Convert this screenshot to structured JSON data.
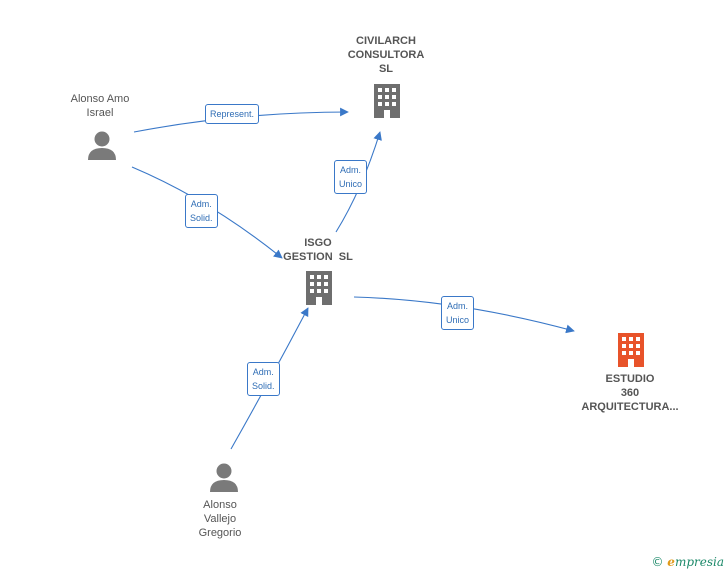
{
  "colors": {
    "edge": "#3a78c8",
    "person_icon": "#7a7a7a",
    "company_icon": "#6e6e6e",
    "target_icon": "#e8532a"
  },
  "nodes": {
    "alonso_amo": {
      "label_lines": [
        "Alonso Amo",
        "Israel"
      ],
      "icon": "person-icon"
    },
    "civilarch": {
      "label_lines": [
        "CIVILARCH",
        "CONSULTORA",
        "SL"
      ],
      "icon": "building-icon"
    },
    "isgo": {
      "label_lines": [
        "ISGO",
        "GESTION  SL"
      ],
      "icon": "building-icon"
    },
    "estudio": {
      "label_lines": [
        "ESTUDIO",
        "360",
        "ARQUITECTURA..."
      ],
      "icon": "building-icon"
    },
    "alonso_vallejo": {
      "label_lines": [
        "Alonso",
        "Vallejo",
        "Gregorio"
      ],
      "icon": "person-icon"
    }
  },
  "edges": {
    "represent": {
      "lines": [
        "Represent."
      ]
    },
    "adm_solid_1": {
      "lines": [
        "Adm.",
        "Solid."
      ]
    },
    "adm_unico_1": {
      "lines": [
        "Adm.",
        "Unico"
      ]
    },
    "adm_unico_2": {
      "lines": [
        "Adm.",
        "Unico"
      ]
    },
    "adm_solid_2": {
      "lines": [
        "Adm.",
        "Solid."
      ]
    }
  },
  "watermark": {
    "copyright": "©",
    "brand_initial": "e",
    "brand_rest": "mpresia"
  }
}
